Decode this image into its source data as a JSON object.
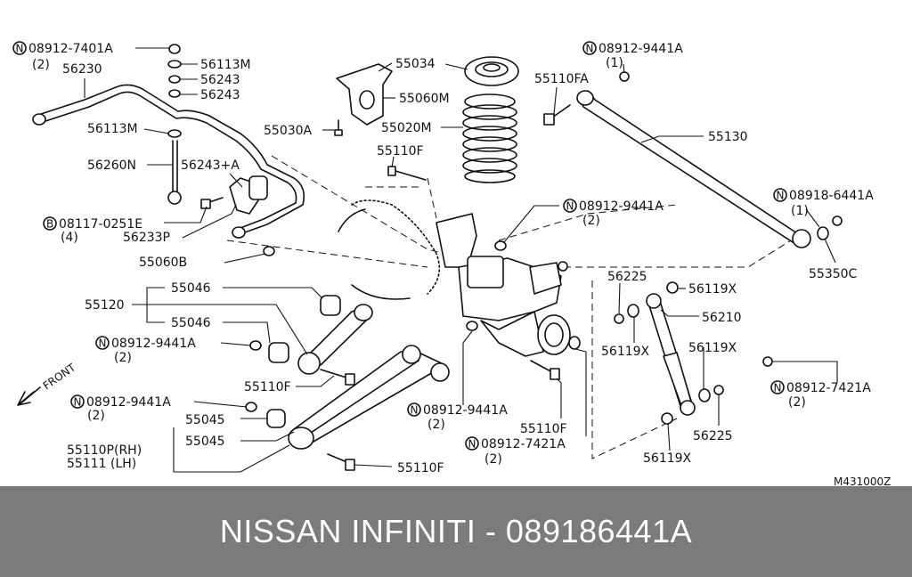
{
  "diagram": {
    "code": "M431000Z",
    "front_label": "FRONT",
    "labels": [
      {
        "id": "n1",
        "text": "08912-7401A",
        "circle": "N"
      },
      {
        "id": "n1q",
        "text": "(2)"
      },
      {
        "id": "p56230",
        "text": "56230"
      },
      {
        "id": "p56113m1",
        "text": "56113M"
      },
      {
        "id": "p56243a",
        "text": "56243"
      },
      {
        "id": "p56243b",
        "text": "56243"
      },
      {
        "id": "p56113m2",
        "text": "56113M"
      },
      {
        "id": "p56260n",
        "text": "56260N"
      },
      {
        "id": "p56243pa",
        "text": "56243+A"
      },
      {
        "id": "b1",
        "text": "08117-0251E",
        "circle": "B"
      },
      {
        "id": "b1q",
        "text": "(4)"
      },
      {
        "id": "p56233p",
        "text": "56233P"
      },
      {
        "id": "p55060b",
        "text": "55060B"
      },
      {
        "id": "p55034",
        "text": "55034"
      },
      {
        "id": "p55060m",
        "text": "55060M"
      },
      {
        "id": "p55030a",
        "text": "55030A"
      },
      {
        "id": "p55020m",
        "text": "55020M"
      },
      {
        "id": "p55110f1",
        "text": "55110F"
      },
      {
        "id": "n2",
        "text": "08912-9441A",
        "circle": "N"
      },
      {
        "id": "n2q",
        "text": "(1)"
      },
      {
        "id": "p55110fa",
        "text": "55110FA"
      },
      {
        "id": "p55130",
        "text": "55130"
      },
      {
        "id": "n3",
        "text": "08918-6441A",
        "circle": "N"
      },
      {
        "id": "n3q",
        "text": "(1)"
      },
      {
        "id": "p55350c",
        "text": "55350C"
      },
      {
        "id": "n4",
        "text": "08912-9441A",
        "circle": "N"
      },
      {
        "id": "n4q",
        "text": "(2)"
      },
      {
        "id": "p55046a",
        "text": "55046"
      },
      {
        "id": "p55120",
        "text": "55120"
      },
      {
        "id": "p55046b",
        "text": "55046"
      },
      {
        "id": "n5",
        "text": "08912-9441A",
        "circle": "N"
      },
      {
        "id": "n5q",
        "text": "(2)"
      },
      {
        "id": "p55110f2",
        "text": "55110F"
      },
      {
        "id": "n6",
        "text": "08912-9441A",
        "circle": "N"
      },
      {
        "id": "n6q",
        "text": "(2)"
      },
      {
        "id": "p55045a",
        "text": "55045"
      },
      {
        "id": "p55045b",
        "text": "55045"
      },
      {
        "id": "p55110p",
        "text": "55110P(RH)"
      },
      {
        "id": "p55111",
        "text": "55111  (LH)"
      },
      {
        "id": "p55110f3",
        "text": "55110F"
      },
      {
        "id": "n7",
        "text": "08912-9441A",
        "circle": "N"
      },
      {
        "id": "n7q",
        "text": "(2)"
      },
      {
        "id": "p55110f4",
        "text": "55110F"
      },
      {
        "id": "n8",
        "text": "08912-7421A",
        "circle": "N"
      },
      {
        "id": "n8q",
        "text": "(2)"
      },
      {
        "id": "p56225a",
        "text": "56225"
      },
      {
        "id": "p56119x1",
        "text": "56119X"
      },
      {
        "id": "p56210",
        "text": "56210"
      },
      {
        "id": "p56119x2",
        "text": "56119X"
      },
      {
        "id": "p56119x3",
        "text": "56119X"
      },
      {
        "id": "n9",
        "text": "08912-7421A",
        "circle": "N"
      },
      {
        "id": "n9q",
        "text": "(2)"
      },
      {
        "id": "p56225b",
        "text": "56225"
      },
      {
        "id": "p56119x4",
        "text": "56119X"
      }
    ]
  },
  "banner": {
    "text": "NISSAN INFINITI - 089186441A"
  }
}
